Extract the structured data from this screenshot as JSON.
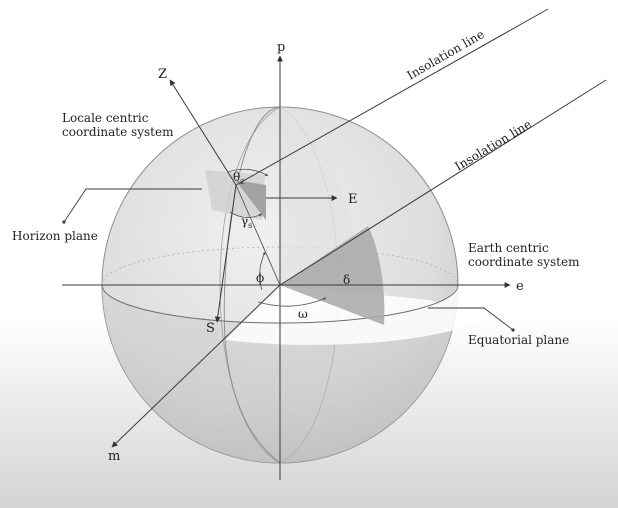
{
  "colors": {
    "sphere_light": "#e9e9e9",
    "sphere_mid": "#cfcfcf",
    "sphere_dark": "#b9b9b9",
    "wedge": "#a9a9a9",
    "background_top": "#ffffff",
    "background_bottom": "#d6d6d6",
    "line": "#3a3a3a"
  },
  "labels": {
    "insolation_line_1": "Insolation line",
    "insolation_line_2": "Insolation line",
    "locale_centric_line1": "Locale centric",
    "locale_centric_line2": "coordinate system",
    "horizon_plane": "Horizon plane",
    "earth_centric_line1": "Earth centric",
    "earth_centric_line2": "coordinate system",
    "equatorial_plane": "Equatorial plane"
  },
  "axes": {
    "p": "p",
    "z": "Z",
    "e_upper": "E",
    "e_lower": "e",
    "s": "S",
    "m": "m"
  },
  "angles": {
    "theta": "θ",
    "theta_sub": "z",
    "gamma": "γ",
    "gamma_sub": "s",
    "phi": "ϕ",
    "delta": "δ",
    "omega": "ω"
  }
}
